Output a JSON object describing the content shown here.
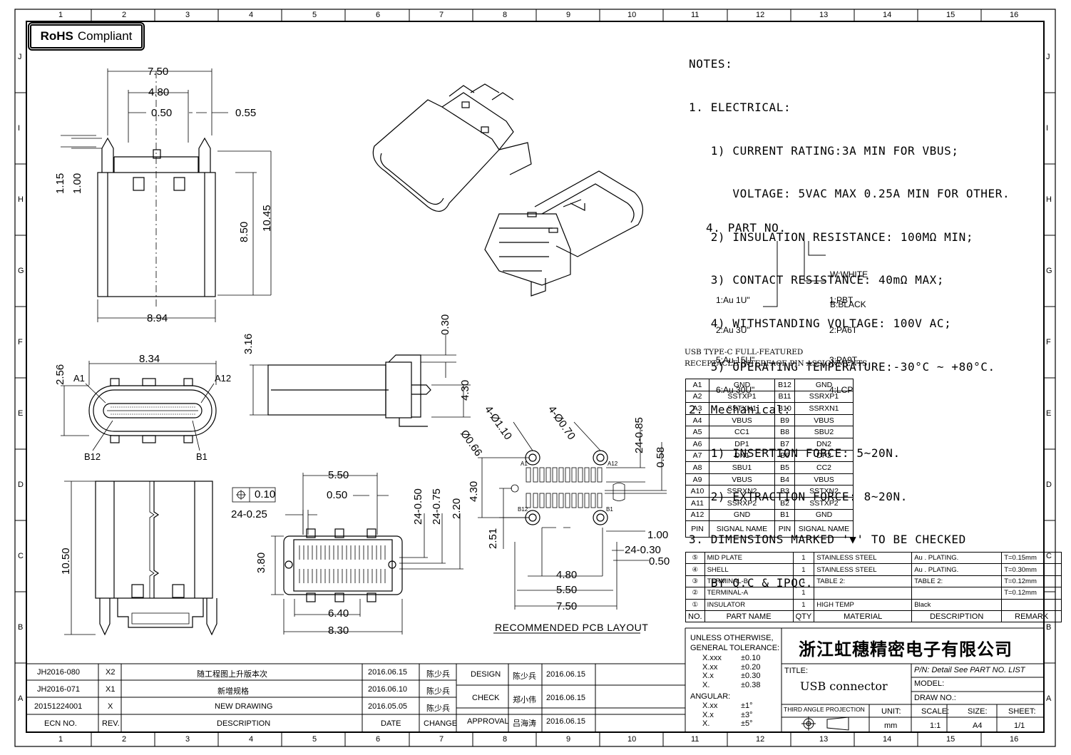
{
  "badge": {
    "rohs": "RoHS",
    "compliant": "Compliant"
  },
  "grid": {
    "cols": [
      "1",
      "2",
      "3",
      "4",
      "5",
      "6",
      "7",
      "8",
      "9",
      "10",
      "11",
      "12",
      "13",
      "14",
      "15",
      "16"
    ],
    "rows": [
      "J",
      "I",
      "H",
      "G",
      "F",
      "E",
      "D",
      "C",
      "B",
      "A"
    ]
  },
  "notes": {
    "lines": [
      "NOTES:",
      "1. ELECTRICAL:",
      "   1) CURRENT RATING:3A MIN FOR VBUS;",
      "      VOLTAGE: 5VAC MAX 0.25A MIN FOR OTHER.",
      "   2) INSULATION RESISTANCE: 100MΩ MIN;",
      "   3) CONTACT RESISTANCE: 40mΩ MAX;",
      "   4) WITHSTANDING VOLTAGE: 100V AC;",
      "   5) OPERATING TEMPERATURE:-30°C ~ +80°C.",
      "2. Mechanical:",
      "   1) INSERTION FORCE: 5~20N.",
      "   2) EXTRACTION FORCE: 8~20N.",
      "3. DIMENSIONS MARKED '▼' TO BE CHECKED",
      "   BY Q.C & IPQC."
    ],
    "part_no": "4. PART NO.",
    "color_codes": [
      "W:WHITE",
      "B:BLACK"
    ],
    "plating_codes": [
      "1:Au 1U\"",
      "2:Au 3U\"",
      "5:Au 15U\"",
      "6:Au 30U\""
    ],
    "material_codes": [
      "1:PBT",
      "2:PA6T",
      "3:PA9T",
      "4:LCP"
    ]
  },
  "pin_table": {
    "title_lines": [
      "USB TYPE-C FULL-FEATURED",
      "RECEPTACLE INTERFACE PIN ASSIGNMENTS"
    ],
    "rows": [
      [
        "A1",
        "GND",
        "B12",
        "GND"
      ],
      [
        "A2",
        "SSTXP1",
        "B11",
        "SSRXP1"
      ],
      [
        "A3",
        "SSTXN1",
        "B10",
        "SSRXN1"
      ],
      [
        "A4",
        "VBUS",
        "B9",
        "VBUS"
      ],
      [
        "A5",
        "CC1",
        "B8",
        "SBU2"
      ],
      [
        "A6",
        "DP1",
        "B7",
        "DN2"
      ],
      [
        "A7",
        "DN1",
        "B6",
        "DP2"
      ],
      [
        "A8",
        "SBU1",
        "B5",
        "CC2"
      ],
      [
        "A9",
        "VBUS",
        "B4",
        "VBUS"
      ],
      [
        "A10",
        "SSRXN2",
        "B3",
        "SSTXN2"
      ],
      [
        "A11",
        "SSRXP2",
        "B2",
        "SSTXP2"
      ],
      [
        "A12",
        "GND",
        "B1",
        "GND"
      ]
    ],
    "header": [
      "PIN",
      "SIGNAL NAME",
      "PIN",
      "SIGNAL NAME"
    ]
  },
  "bom": {
    "rows": [
      {
        "no": "⑤",
        "name": "MID PLATE",
        "qty": "1",
        "material": "STAINLESS STEEL",
        "desc": "Au . PLATING.",
        "remark": "T=0.15mm"
      },
      {
        "no": "④",
        "name": "SHELL",
        "qty": "1",
        "material": "STAINLESS STEEL",
        "desc": "Au . PLATING.",
        "remark": "T=0.30mm"
      },
      {
        "no": "③",
        "name": "TERMINAL-B",
        "qty": "1",
        "material": "TABLE 2:",
        "desc": "TABLE 2:",
        "remark": "T=0.12mm"
      },
      {
        "no": "②",
        "name": "TERMINAL-A",
        "qty": "1",
        "material": "",
        "desc": "",
        "remark": "T=0.12mm"
      },
      {
        "no": "①",
        "name": "INSULATOR",
        "qty": "1",
        "material": "HIGH TEMP",
        "desc": "Black",
        "remark": ""
      }
    ],
    "header": [
      "NO.",
      "PART NAME",
      "QTY",
      "MATERIAL",
      "DESCRIPTION",
      "REMARK"
    ]
  },
  "dims": {
    "top_width": "7.50",
    "inner": "4.80",
    "pin_w": "0.50",
    "pin_edge": "0.55",
    "h115": "1.15",
    "h100": "1.00",
    "h850": "8.50",
    "h1045": "10.45",
    "w894": "8.94",
    "w834": "8.34",
    "h256": "2.56",
    "a1": "A1",
    "a12": "A12",
    "b12": "B12",
    "b1": "B1",
    "h316": "3.16",
    "h030": "0.30",
    "h430": "4.30",
    "tol_pos": "0.10",
    "pitch": "24-0.25",
    "w550": "5.50",
    "w050": "0.50",
    "v2450": "24-0.50",
    "v2475": "24-0.75",
    "v220": "2.20",
    "h380": "3.80",
    "w640": "6.40",
    "w830": "8.30",
    "h1050": "10.50",
    "hole1": "4-Ø1.10",
    "hole2": "4-Ø0.70",
    "d066": "Ø0.66",
    "v2485": "24-0.85",
    "v058": "0.58",
    "p430": "4.30",
    "p251": "2.51",
    "p100": "1.00",
    "p2430": "24-0.30",
    "p050": "0.50",
    "p480": "4.80",
    "p550": "5.50",
    "p750": "7.50",
    "pcb_a1": "A1",
    "pcb_a12": "A12",
    "pcb_b12": "B12",
    "pcb_b1": "B1",
    "pcb_title": "RECOMMENDED PCB LAYOUT"
  },
  "tolerance": {
    "lines": [
      "UNLESS OTHERWISE,",
      "GENERAL TOLERANCE:"
    ],
    "items": [
      [
        "X.xxx",
        "±0.10"
      ],
      [
        "X.xx",
        "±0.20"
      ],
      [
        "X.x",
        "±0.30"
      ],
      [
        "X.",
        "±0.38"
      ]
    ],
    "angular": "ANGULAR:",
    "ang_items": [
      [
        "X.xx",
        "±1°"
      ],
      [
        "X.x",
        "±3°"
      ],
      [
        "X.",
        "±5°"
      ]
    ]
  },
  "title_block": {
    "company": "浙江虹穗精密电子有限公司",
    "title_label": "TITLE:",
    "title": "USB connector",
    "pn": "P/N: Detail See PART NO. LIST",
    "model": "MODEL:",
    "drawno": "DRAW NO.:",
    "projection": "THIRD ANGLE PROJECTION",
    "unit_l": "UNIT:",
    "unit": "mm",
    "scale_l": "SCALE:",
    "scale": "1:1",
    "size_l": "SIZE:",
    "size": "A4",
    "sheet_l": "SHEET:",
    "sheet": "1/1"
  },
  "approvals": [
    [
      "DESIGN",
      "陈少兵",
      "2016.06.15"
    ],
    [
      "CHECK",
      "郑小伟",
      "2016.06.15"
    ],
    [
      "APPROVAL",
      "吕海涛",
      "2016.06.15"
    ]
  ],
  "revisions": [
    [
      "JH2016-080",
      "X2",
      "随工程图上升版本次",
      "2016.06.15",
      "陈少兵"
    ],
    [
      "JH2016-071",
      "X1",
      "新增规格",
      "2016.06.10",
      "陈少兵"
    ],
    [
      "20151224001",
      "X",
      "NEW DRAWING",
      "2016.05.05",
      "陈少兵"
    ]
  ],
  "rev_header": [
    "ECN NO.",
    "REV.",
    "DESCRIPTION",
    "DATE",
    "CHANGE"
  ]
}
